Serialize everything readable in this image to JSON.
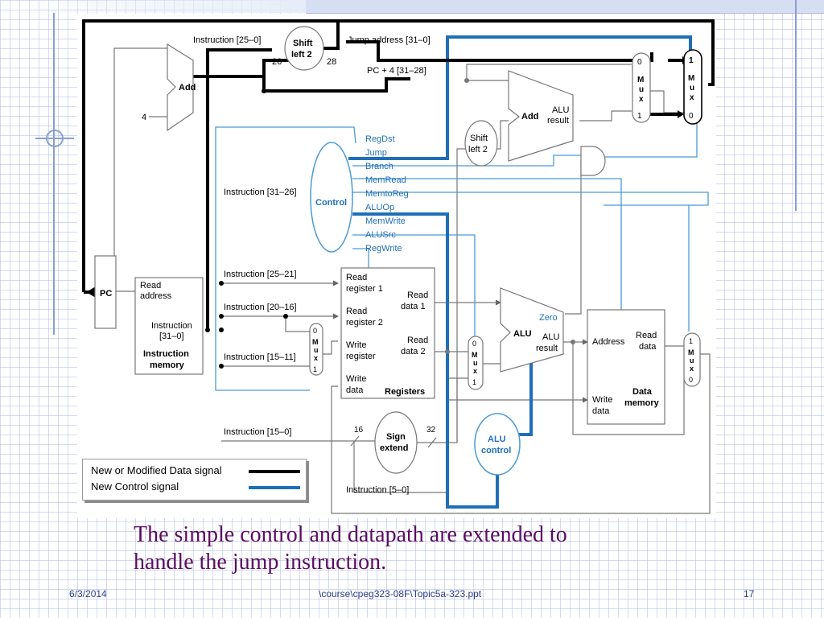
{
  "slide": {
    "caption_line1": "The simple control and datapath are extended to",
    "caption_line2": "handle the jump instruction.",
    "footer_date": "6/3/2014",
    "footer_file": "\\course\\cpeg323-08F\\Topic5a-323.ppt",
    "footer_page": "17"
  },
  "legend": {
    "data_signal": "New or Modified Data signal",
    "control_signal": "New Control signal"
  },
  "colors": {
    "data_signal": "#000000",
    "control_signal": "#1f6fb8",
    "caption": "#5c0b63",
    "footer": "#2b3d8a"
  },
  "diagram": {
    "top": {
      "instr_25_0": "Instruction [25–0]",
      "shift_left2_a": "Shift",
      "shift_left2_b": "left 2",
      "n26": "26",
      "n28": "28",
      "jump_address": "Jump address [31–0]",
      "pc4": "PC + 4 [31–28]",
      "add": "Add",
      "four": "4"
    },
    "control": {
      "label": "Control",
      "instr_31_26": "Instruction [31–26]",
      "signals": [
        "RegDst",
        "Jump",
        "Branch",
        "MemRead",
        "MemtoReg",
        "ALUOp",
        "MemWrite",
        "ALUSrc",
        "RegWrite"
      ]
    },
    "pc": "PC",
    "imem": {
      "read_address_1": "Read",
      "read_address_2": "address",
      "instr_1": "Instruction",
      "instr_2": "[31–0]",
      "title_1": "Instruction",
      "title_2": "memory"
    },
    "fields": {
      "i25_21": "Instruction [25–21]",
      "i20_16": "Instruction [20–16]",
      "i15_11": "Instruction [15–11]",
      "i15_0": "Instruction [15–0]",
      "i5_0": "Instruction [5–0]"
    },
    "registers": {
      "rr1_a": "Read",
      "rr1_b": "register 1",
      "rr2_a": "Read",
      "rr2_b": "register 2",
      "wr_a": "Write",
      "wr_b": "register",
      "wd_a": "Write",
      "wd_b": "data",
      "rd1_a": "Read",
      "rd1_b": "data 1",
      "rd2_a": "Read",
      "rd2_b": "data 2",
      "title": "Registers"
    },
    "mux": {
      "zero": "0",
      "one": "1",
      "m": "M",
      "u": "u",
      "x": "x"
    },
    "alu": {
      "label": "ALU",
      "zero": "Zero",
      "result_a": "ALU",
      "result_b": "result"
    },
    "adder2": {
      "label": "Add",
      "result_a": "ALU",
      "result_b": "result"
    },
    "shift2": {
      "a": "Shift",
      "b": "left 2"
    },
    "sign_extend": {
      "a": "Sign",
      "b": "extend",
      "n16": "16",
      "n32": "32"
    },
    "alu_control": {
      "a": "ALU",
      "b": "control"
    },
    "dmem": {
      "address": "Address",
      "read_a": "Read",
      "read_b": "data",
      "write_a": "Write",
      "write_b": "data",
      "title_a": "Data",
      "title_b": "memory"
    }
  }
}
